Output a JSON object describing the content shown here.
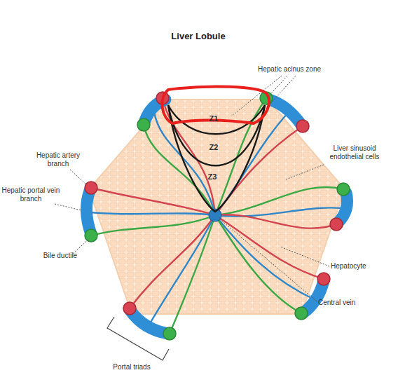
{
  "diagram": {
    "title": "Liver Lobule",
    "labels": [
      "Hepatic acinus zone",
      "Z1",
      "Z2",
      "Z3",
      "Liver sinusoid endothelial cells",
      "Hepatic artery branch",
      "Hepatic portal vein branch",
      "Bile ductile",
      "Hepatocyte",
      "Central vein",
      "Portal triads"
    ]
  }
}
